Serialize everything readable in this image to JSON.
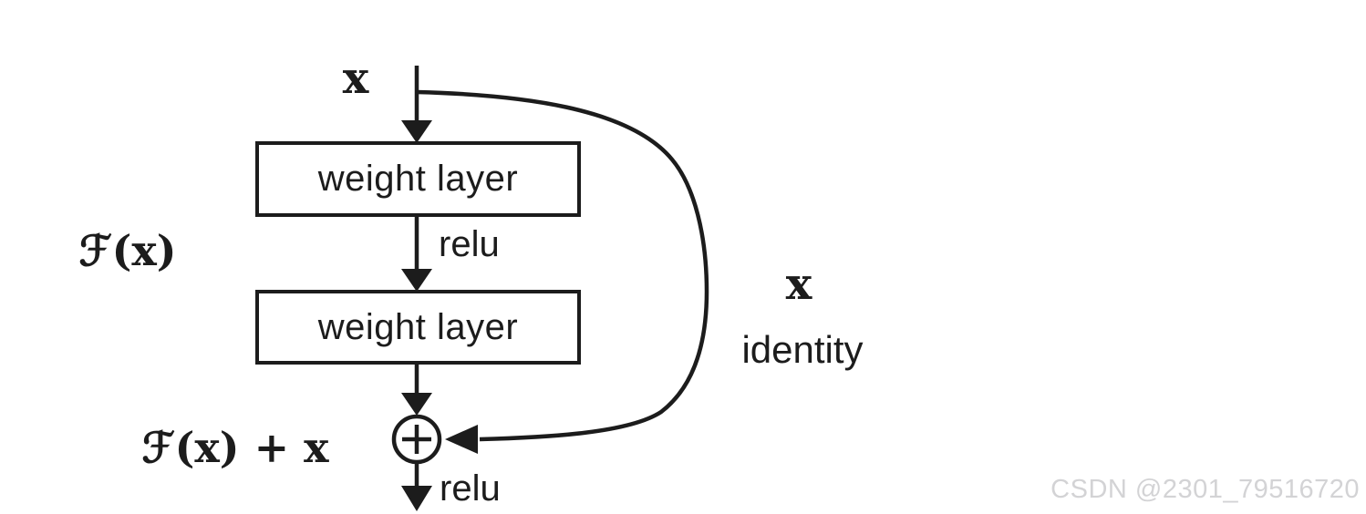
{
  "diagram": {
    "title_semantic": "residual learning building block",
    "input_label": "x",
    "residual_function_label": "ℱ(x)",
    "sum_label": "ℱ(x) + x",
    "weight_layer_1_label": "weight layer",
    "weight_layer_2_label": "weight layer",
    "relu_1_label": "relu",
    "relu_2_label": "relu",
    "identity_x_label": "x",
    "identity_label": "identity",
    "colors": {
      "stroke": "#1c1c1c",
      "background": "#ffffff",
      "watermark": "#d3d3d5"
    }
  },
  "watermark": {
    "text": "CSDN @2301_79516720"
  }
}
